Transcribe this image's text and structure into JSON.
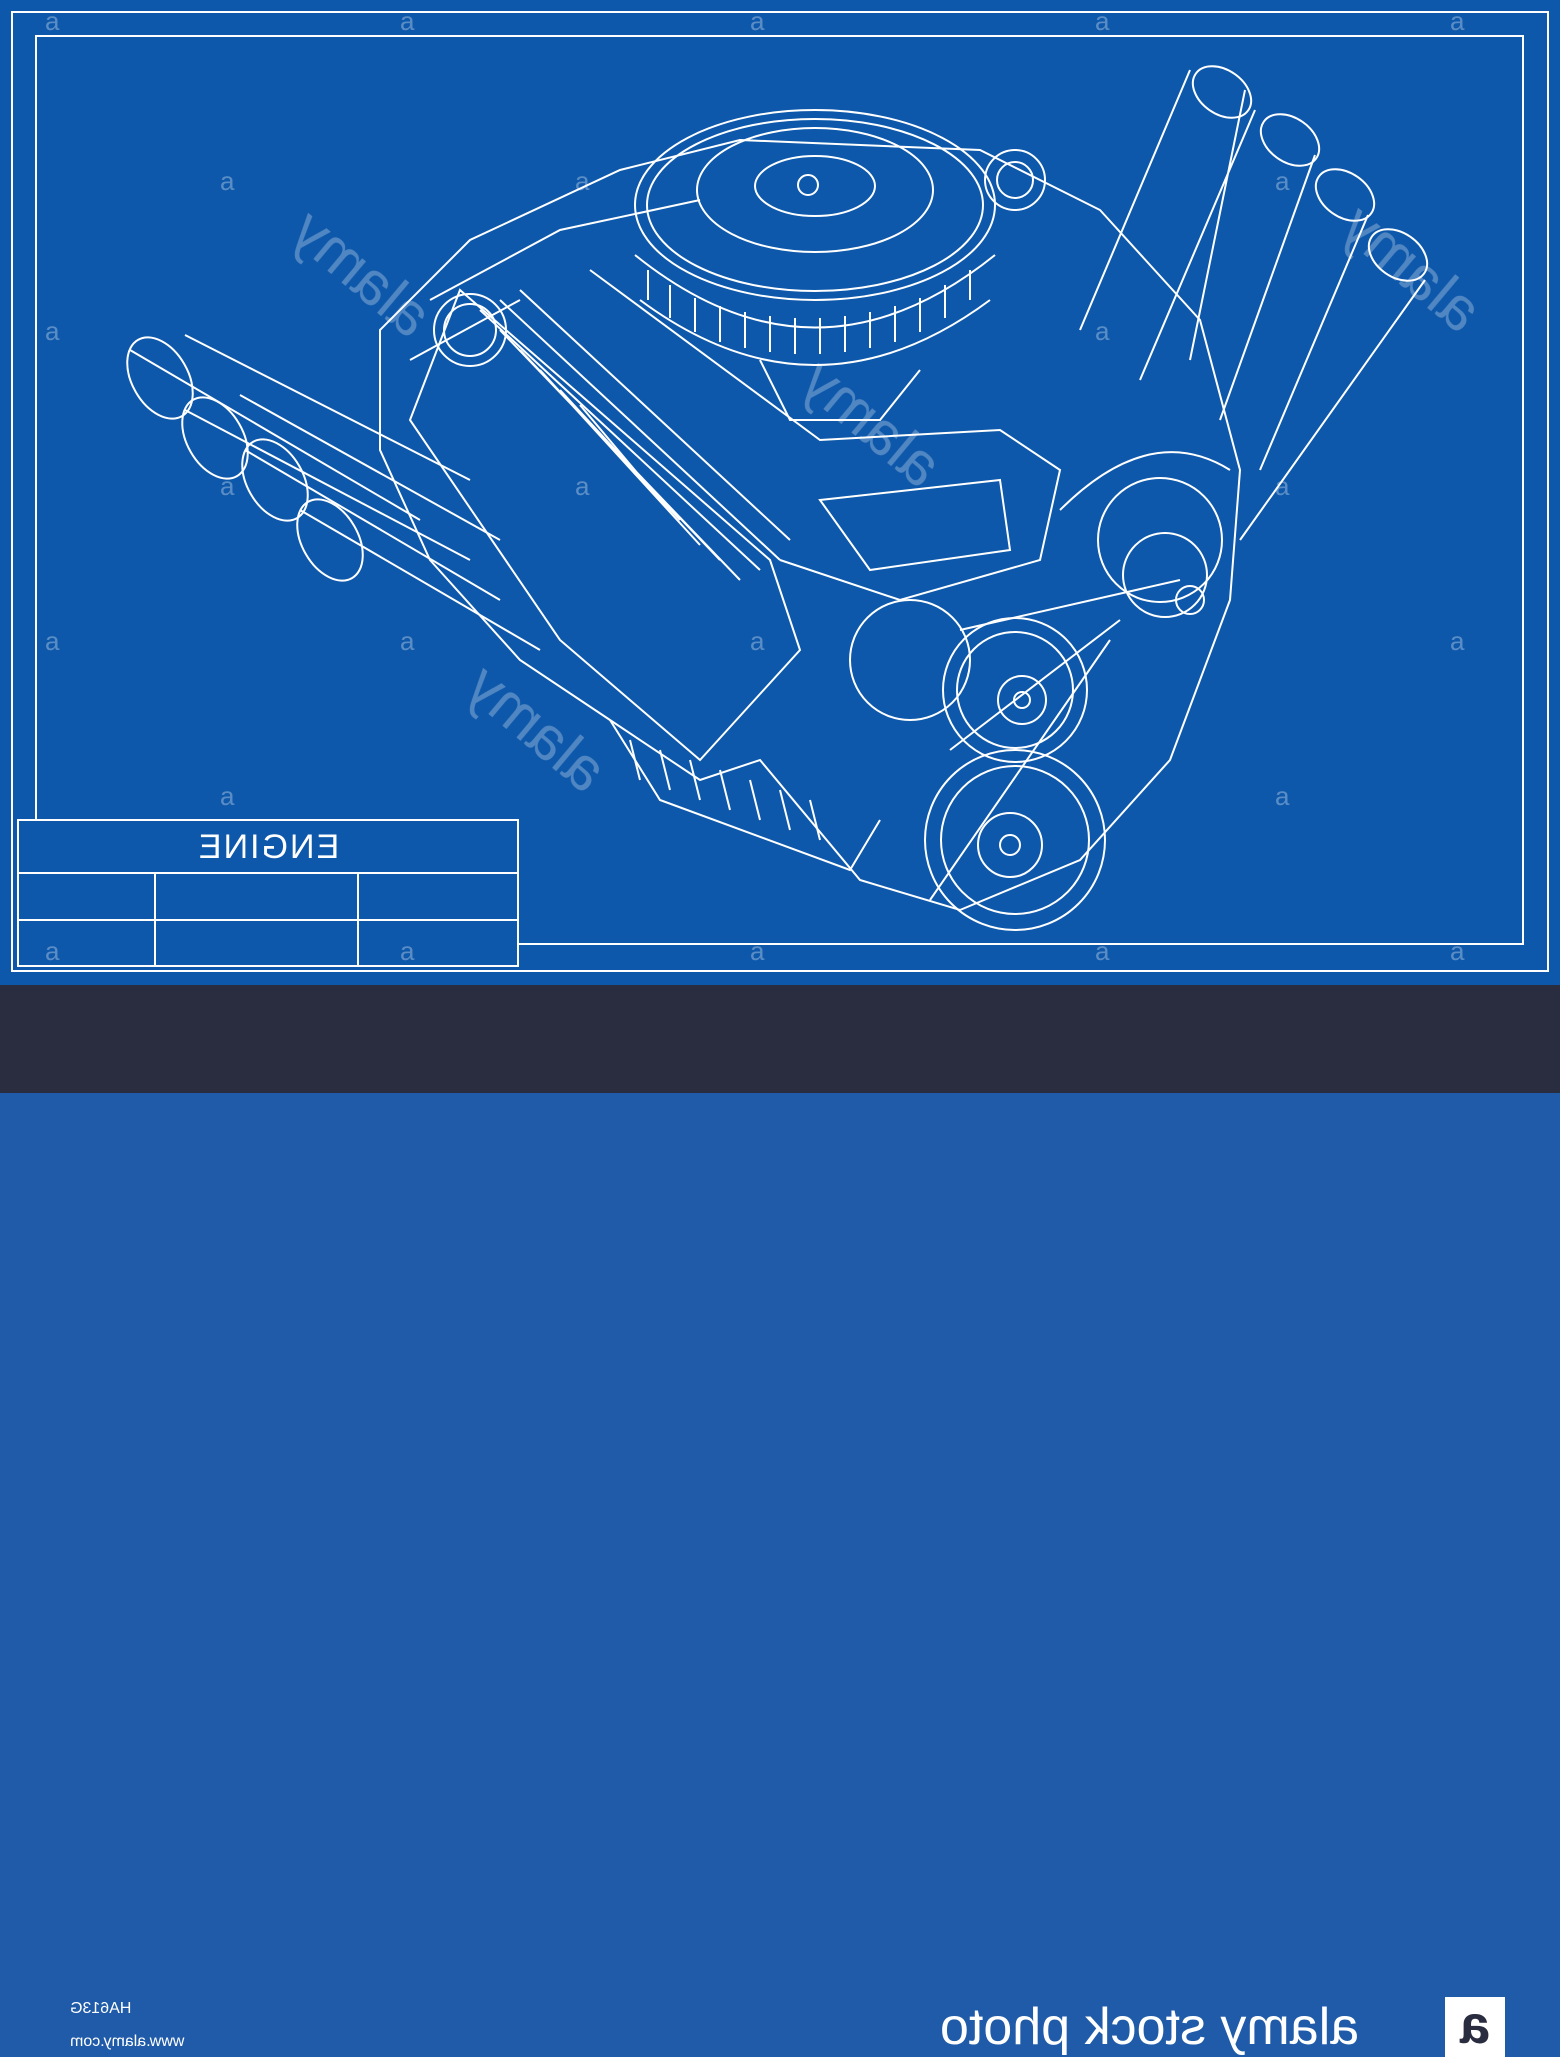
{
  "title_block": {
    "title": "ENGINE"
  },
  "footer": {
    "image_id": "HA613G",
    "website": "www.alamy.com",
    "brand": "alamy stock photo",
    "brand_mark": "a"
  },
  "watermark": {
    "wordmark": "alamy",
    "small_mark": "a"
  },
  "colors": {
    "blueprint_bg": "#0d58ab",
    "line": "#ffffff",
    "footer_bg": "#2a2c3f"
  }
}
